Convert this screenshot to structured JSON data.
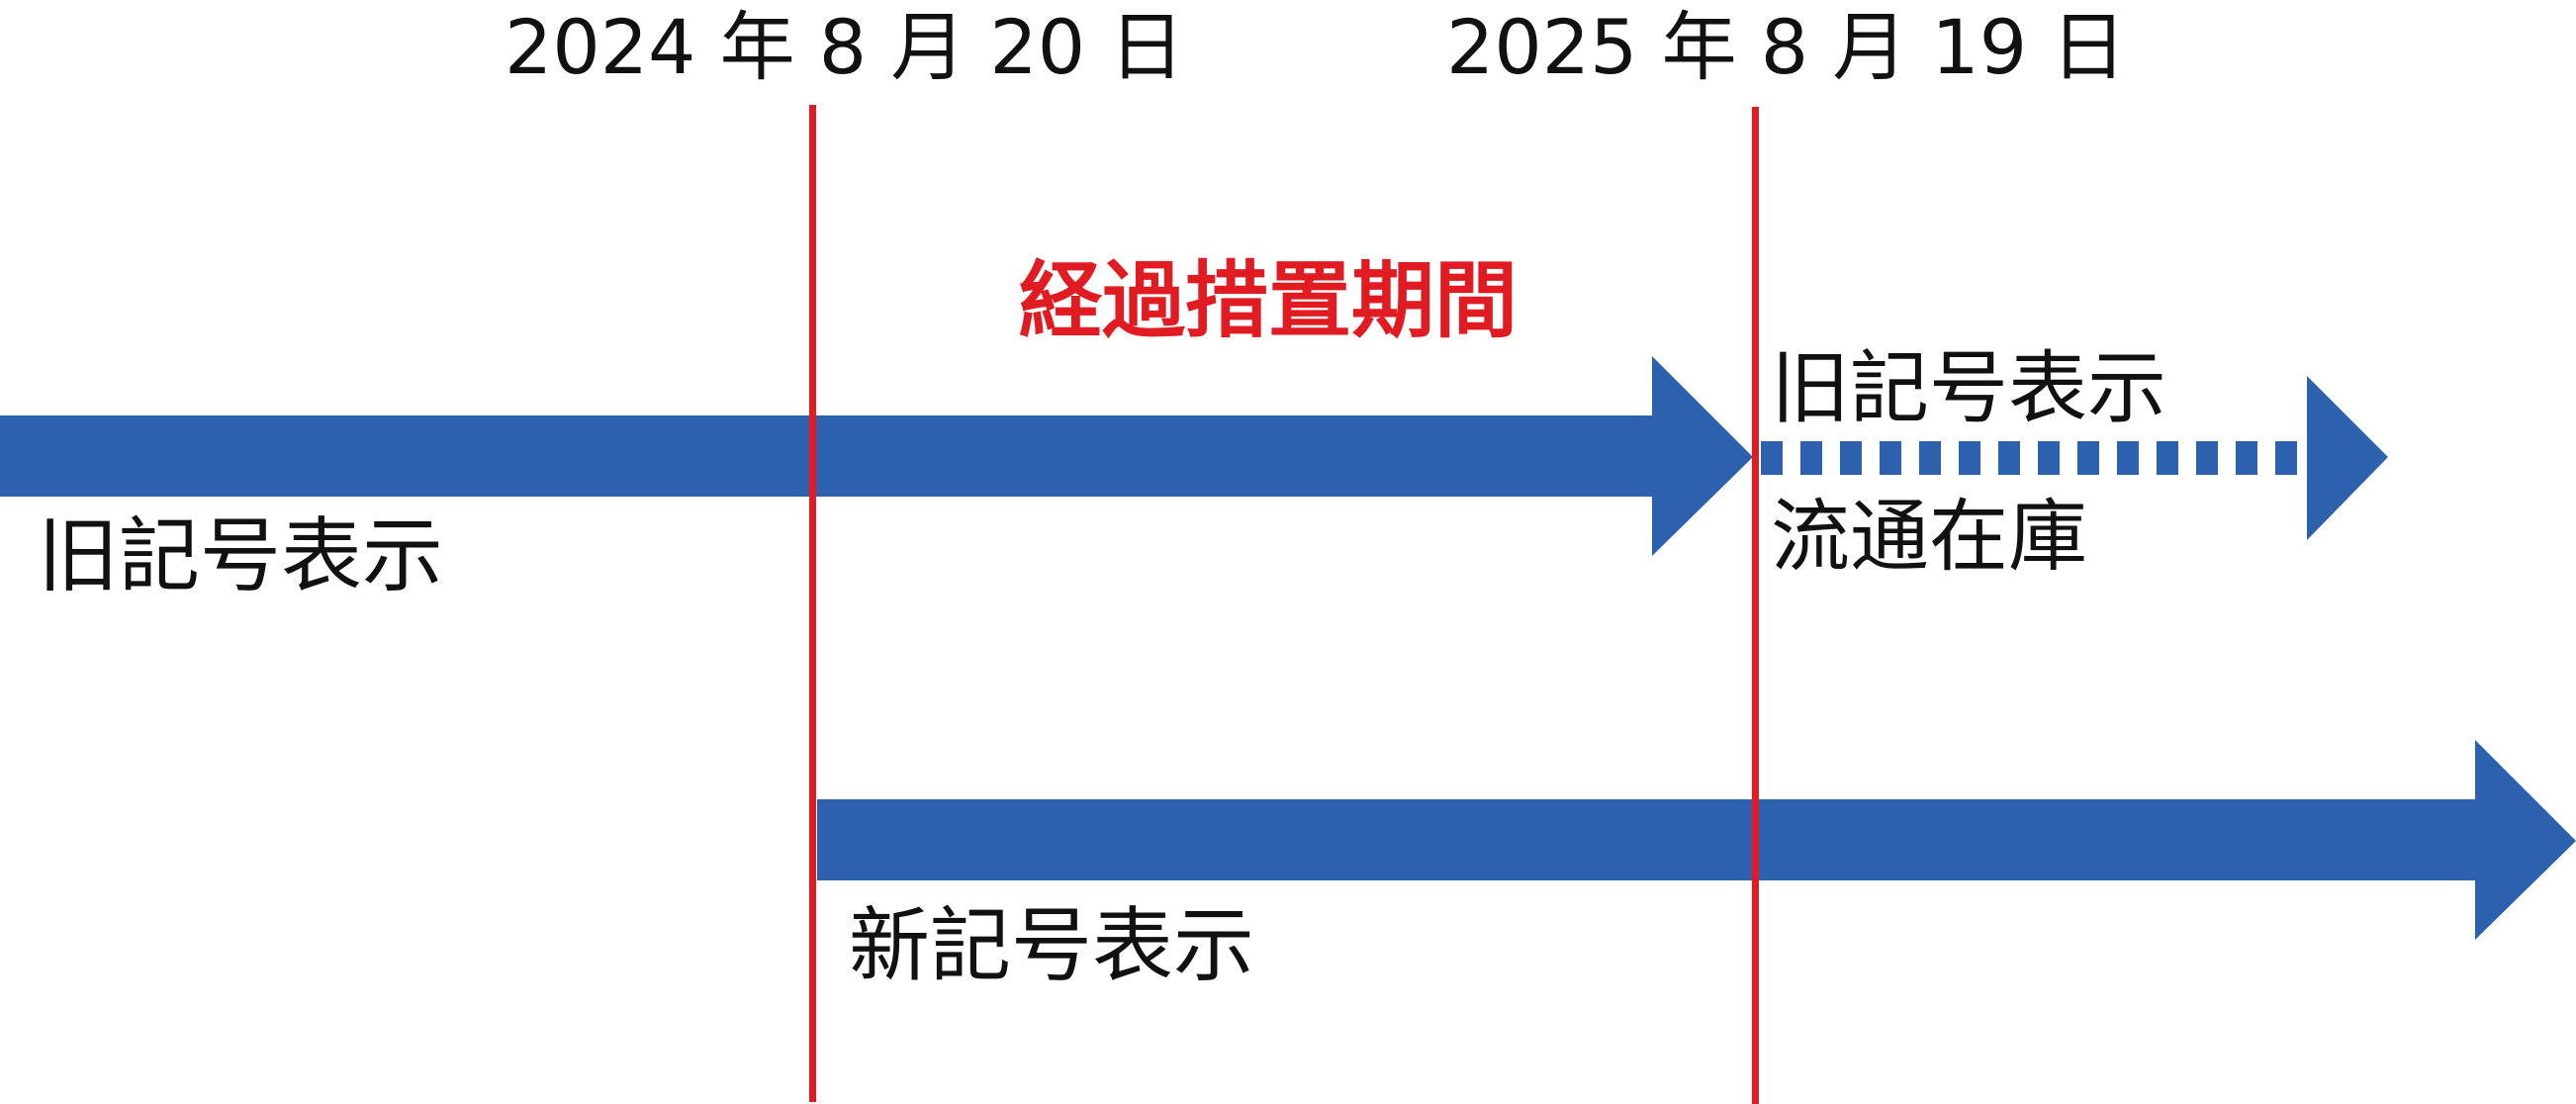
{
  "dates": {
    "start": "2024 年 8 月 20 日",
    "end": "2025 年 8 月 19 日"
  },
  "period_label": "経過措置期間",
  "old_symbol": {
    "label": "旧記号表示"
  },
  "distribution_stock": {
    "top_label": "旧記号表示",
    "bottom_label": "流通在庫"
  },
  "new_symbol": {
    "label": "新記号表示"
  },
  "colors": {
    "arrow": "#2c61ad",
    "marker_line": "#e01b22",
    "period_text": "#e01b22",
    "text": "#111111"
  }
}
